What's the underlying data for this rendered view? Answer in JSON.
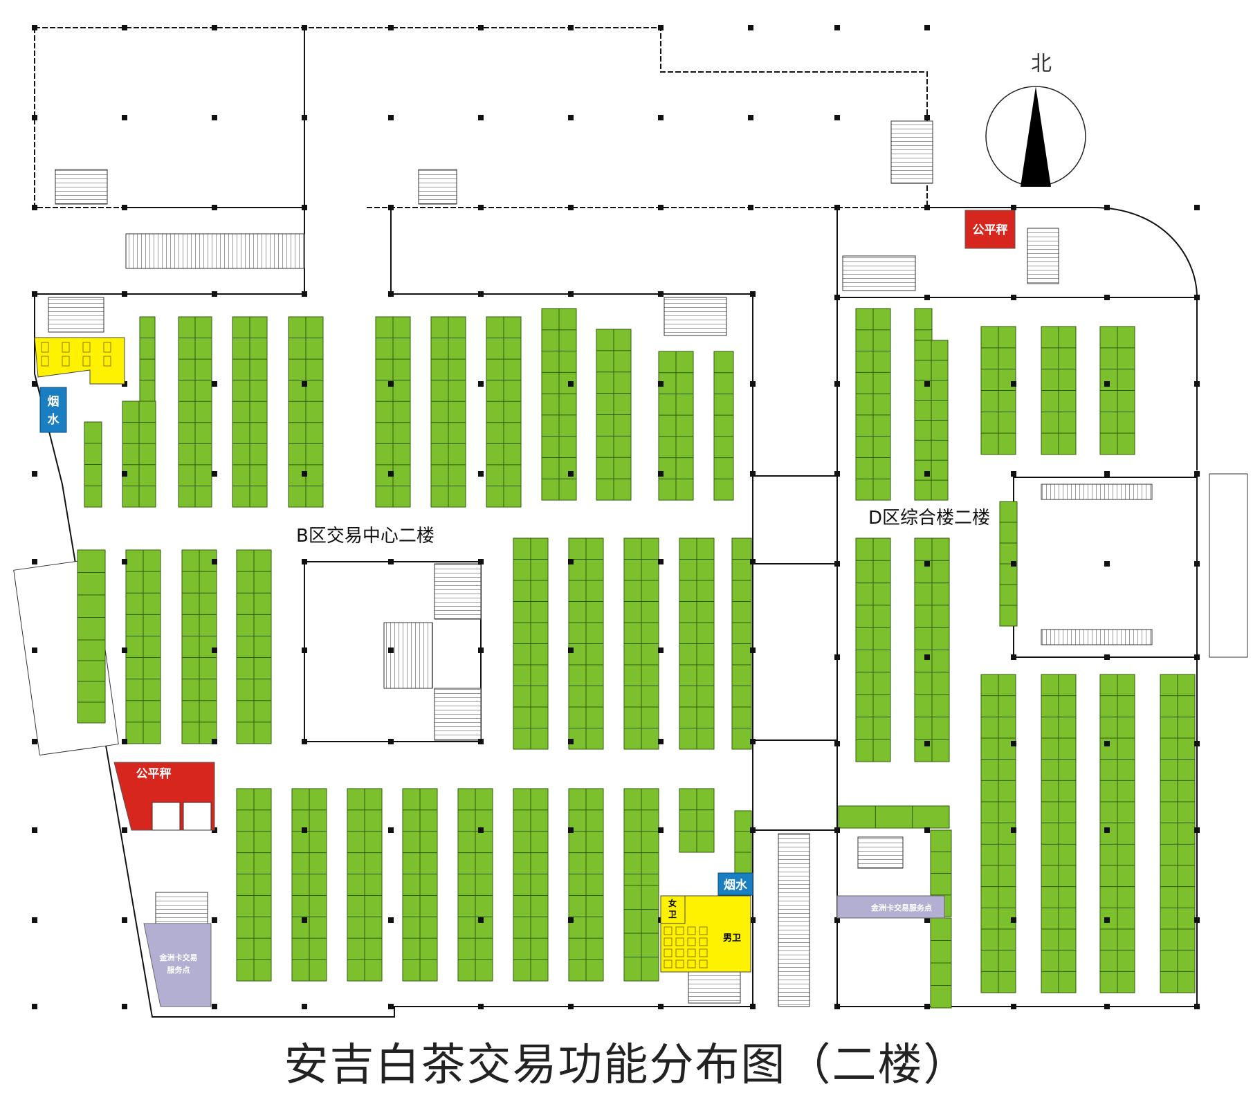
{
  "title": "安吉白茶交易功能分布图（二楼）",
  "north_label": "北",
  "zones": {
    "b_zone": "B区交易中心二楼",
    "d_zone": "D区综合楼二楼"
  },
  "facilities": {
    "scale": "公平秤",
    "tobacco": "烟水",
    "women_toilet": "女卫",
    "men_toilet": "男卫",
    "card_service": "金洲卡交易服务点"
  },
  "colors": {
    "stall": "#7dc02e",
    "stall_line": "#2f5a0c",
    "scale": "#d7261e",
    "tobacco": "#1a7ec3",
    "toilet": "#fff200",
    "service": "#b3afd2",
    "wall": "#111111"
  }
}
